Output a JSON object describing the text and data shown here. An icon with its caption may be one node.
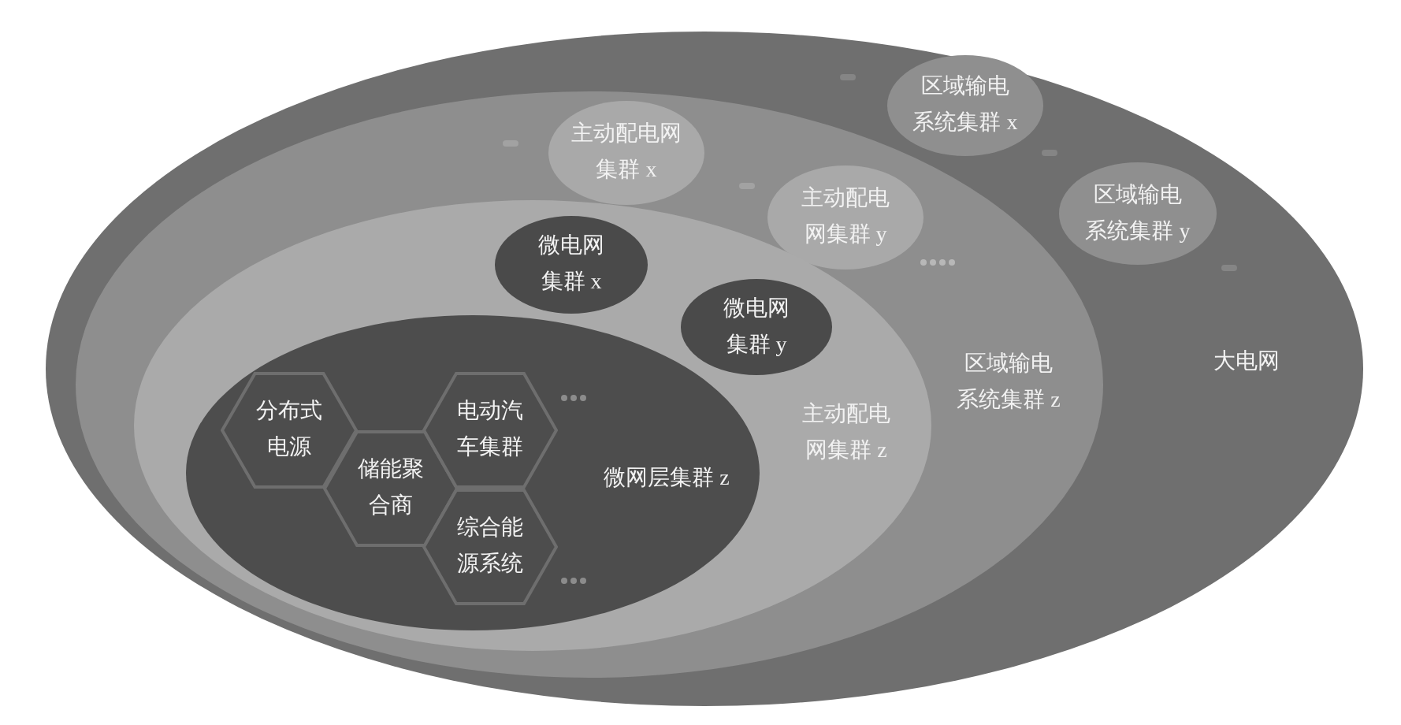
{
  "diagram": {
    "nodes": [
      {
        "text": [
          "大电网"
        ]
      },
      {
        "text": [
          "区域输电系统集群 x"
        ],
        "in": 0
      },
      {
        "text": [
          "区域输电系统集群 y"
        ],
        "in": 0
      },
      {
        "text": [
          "区域输电系统集群 z"
        ],
        "in": 0
      },
      {
        "text": [
          "主动配电网集群 x"
        ],
        "in": 3
      },
      {
        "text": [
          "主动配电网集群 y"
        ],
        "in": 3
      },
      {
        "text": [
          "主动配电网集群 z"
        ],
        "in": 3
      },
      {
        "text": [
          "微电网集群 x"
        ],
        "in": 6
      },
      {
        "text": [
          "微电网集群 y"
        ],
        "in": 6
      },
      {
        "text": [
          "微网层集群 z"
        ],
        "in": 6
      },
      {
        "text": [
          "分布式电源"
        ],
        "in": 9
      },
      {
        "text": [
          "储能聚合商"
        ],
        "in": 9
      },
      {
        "text": [
          "电动汽车集群"
        ],
        "in": 9
      },
      {
        "text": [
          "综合能源系统"
        ],
        "in": 9
      }
    ]
  }
}
